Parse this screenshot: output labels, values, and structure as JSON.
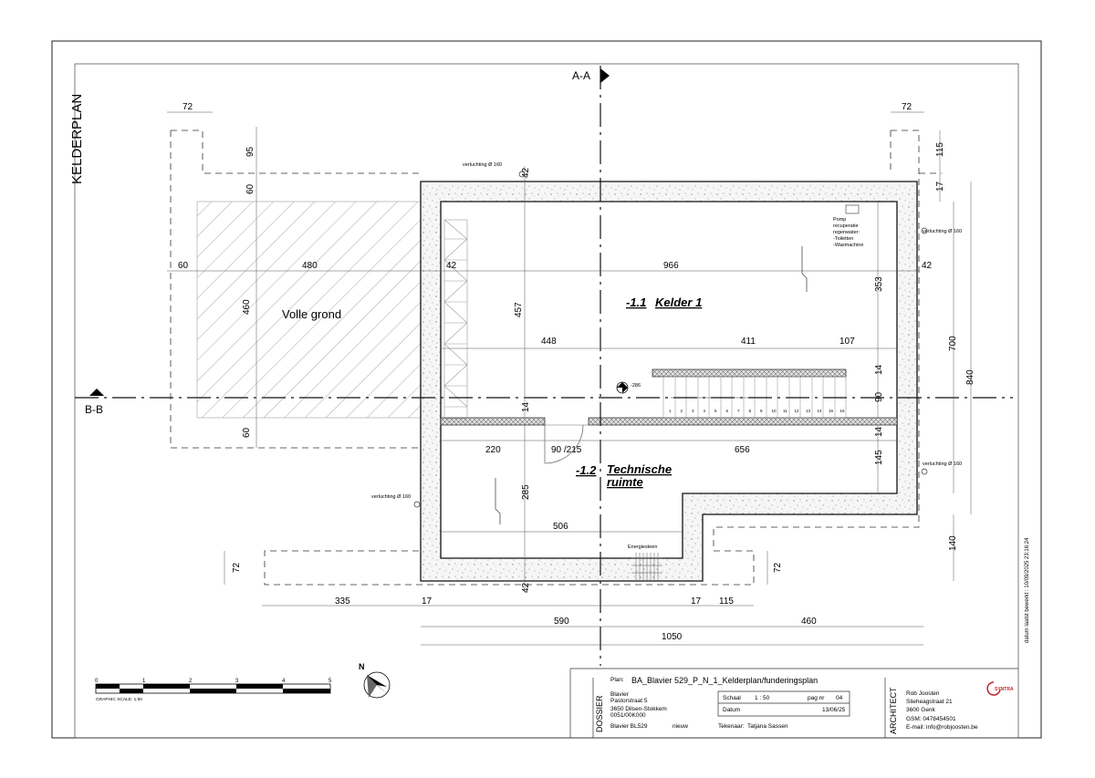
{
  "sheet": {
    "title": "KELDERPLAN",
    "section_aa": "A-A",
    "section_bb": "B-B",
    "volle_grond": "Volle grond",
    "north": "N"
  },
  "rooms": [
    {
      "number": "-1.1",
      "name": "Kelder 1"
    },
    {
      "number": "-1.2",
      "name_line1": "Technische",
      "name_line2": "ruimte"
    }
  ],
  "labels": {
    "ventilation": "verluchting Ø 160",
    "stair_level": "-286",
    "door": "90 /215",
    "energiesteen": "Energiesteen",
    "pomp": [
      "Pomp",
      "recuperatie",
      "regenwater:",
      "-Toiletten",
      "-Wasmachine"
    ],
    "side_date": "datum laatst bewerkt : 10/09/2025 23:16:24"
  },
  "stair_numbers": [
    "1",
    "2",
    "3",
    "4",
    "5",
    "6",
    "7",
    "8",
    "9",
    "10",
    "11",
    "12",
    "13",
    "14",
    "15",
    "16"
  ],
  "dimensions": {
    "d72_left": "72",
    "d72_right": "72",
    "d95": "95",
    "d60_top": "60",
    "d60_left": "60",
    "d480": "480",
    "d42_mid": "42",
    "d966": "966",
    "d42_right": "42",
    "d460": "460",
    "d457": "457",
    "d448": "448",
    "d411": "411",
    "d107": "107",
    "d353": "353",
    "d14_stair": "14",
    "d90": "90",
    "d14_right": "14",
    "d14_mid": "14",
    "d60_bottom": "60",
    "d220": "220",
    "d656": "656",
    "d145": "145",
    "d285": "285",
    "d506": "506",
    "d140": "140",
    "d72_bl": "72",
    "d72_br": "72",
    "d42_top": "42",
    "d42_bottom": "42",
    "d335": "335",
    "d17_a": "17",
    "d17_b": "17",
    "d115_bottom": "115",
    "d590": "590",
    "d460_bottom": "460",
    "d1050": "1050",
    "d115_top": "115",
    "d17_top": "17",
    "d700": "700",
    "d840": "840"
  },
  "scale_bar": {
    "ticks": [
      "0",
      "1",
      "2",
      "3",
      "4",
      "5"
    ],
    "label": "GRAPHIC SCALE: 1:50"
  },
  "title_block": {
    "plan_label": "Plan:",
    "plan_name": "BA_Blavier 529_P_N_1_Kelderplan/funderingsplan",
    "dossier": "DOSSIER",
    "client": [
      "Blavier",
      "Pastorstraat 5",
      "3650 Dilsen-Stokkem",
      "0051/00K000"
    ],
    "project_code": "Blavier BL529",
    "project_status": "nieuw",
    "schaal_label": "Schaal",
    "schaal_value": "1 : 50",
    "pag_label": "pag nr",
    "pag_value": "04",
    "datum_label": "Datum",
    "datum_value": "13/06/25",
    "tekenaar_label": "Tekenaar:",
    "tekenaar_value": "Tatjana Sassen",
    "architect_label": "ARCHITECT",
    "architect": [
      "Rob Joosten",
      "Slieheagstraat 21",
      "3600 Genk",
      "GSM:   0478454501",
      "E-mail:  info@robjoosten.be"
    ],
    "logo_text": "SYNTRA"
  }
}
